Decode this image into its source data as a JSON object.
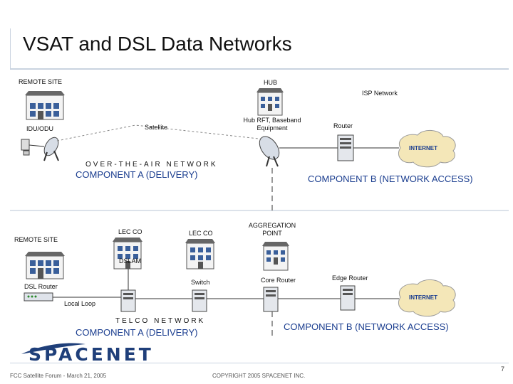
{
  "title": "VSAT and DSL Data Networks",
  "top": {
    "remote_site": "REMOTE SITE",
    "hub": "HUB",
    "isp_network": "ISP Network",
    "idu_odu": "IDU/ODU",
    "satellite": "Satellite",
    "hub_rft": "Hub RFT, Baseband Equipment",
    "router": "Router",
    "over_the_air": "OVER-THE-AIR NETWORK",
    "component_a": "COMPONENT A (DELIVERY)",
    "component_b": "COMPONENT B (NETWORK ACCESS)",
    "internet": "INTERNET"
  },
  "bottom": {
    "remote_site": "REMOTE SITE",
    "lec_co_1": "LEC CO",
    "lec_co_2": "LEC CO",
    "aggregation_point": "AGGREGATION POINT",
    "dslam": "DSLAM",
    "switch": "Switch",
    "core_router": "Core Router",
    "edge_router": "Edge Router",
    "dsl_router": "DSL Router",
    "local_loop": "Local Loop",
    "telco_network": "TELCO NETWORK",
    "component_a": "COMPONENT A (DELIVERY)",
    "component_b": "COMPONENT B (NETWORK ACCESS)",
    "internet": "INTERNET"
  },
  "footer": {
    "logo": "SPACENET",
    "left": "FCC Satellite Forum - March 21, 2005",
    "center": "COPYRIGHT 2005 SPACENET INC.",
    "page": "7"
  },
  "colors": {
    "accent": "#1a3d8f",
    "rule": "#c9d3e0",
    "cloud": "#f4e7b8"
  }
}
